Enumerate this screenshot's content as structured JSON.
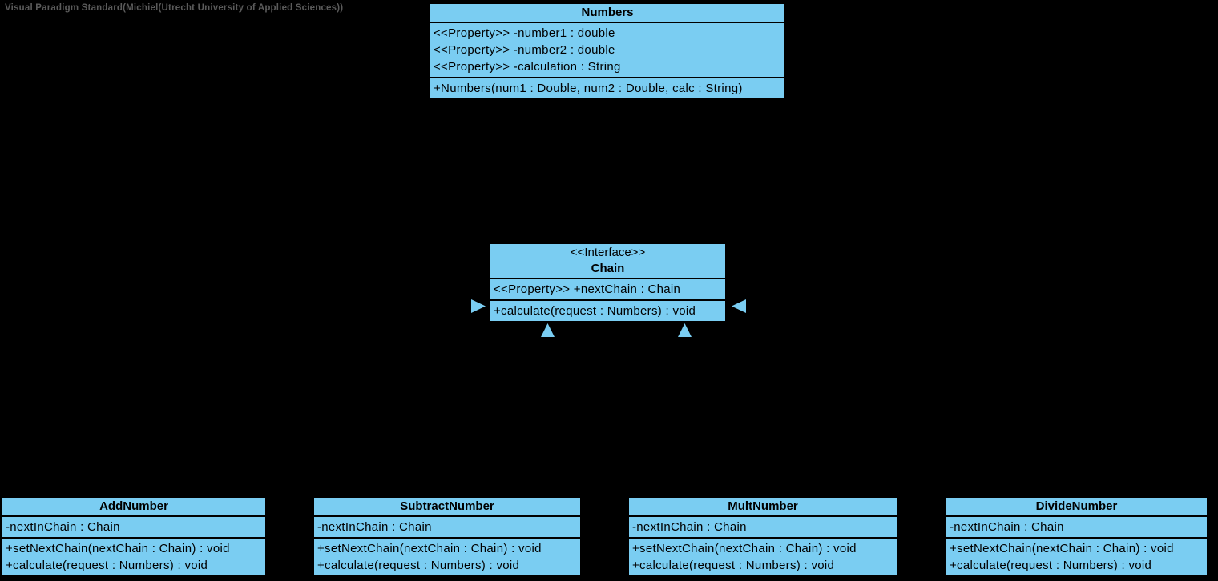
{
  "watermark": "Visual Paradigm Standard(Michiel(Utrecht University of Applied Sciences))",
  "colors": {
    "background": "#000000",
    "node_fill": "#7acdf2",
    "node_border": "#000000",
    "node_text": "#000000",
    "watermark_text": "#5b5b5b",
    "arrowhead_fill": "#7acdf2"
  },
  "diagram": {
    "type": "uml-class-diagram",
    "classes": [
      {
        "name": "Numbers",
        "attributes": [
          "<<Property>> -number1 : double",
          "<<Property>> -number2 : double",
          "<<Property>> -calculation : String"
        ],
        "operations": [
          "+Numbers(num1 : Double, num2 : Double, calc : String)"
        ]
      },
      {
        "stereotype": "<<Interface>>",
        "name": "Chain",
        "attributes": [
          "<<Property>> +nextChain : Chain"
        ],
        "operations": [
          "+calculate(request : Numbers) : void"
        ]
      },
      {
        "name": "AddNumber",
        "attributes": [
          "-nextInChain : Chain"
        ],
        "operations": [
          "+setNextChain(nextChain : Chain) : void",
          "+calculate(request : Numbers) : void"
        ]
      },
      {
        "name": "SubtractNumber",
        "attributes": [
          "-nextInChain : Chain"
        ],
        "operations": [
          "+setNextChain(nextChain : Chain) : void",
          "+calculate(request : Numbers) : void"
        ]
      },
      {
        "name": "MultNumber",
        "attributes": [
          "-nextInChain : Chain"
        ],
        "operations": [
          "+setNextChain(nextChain : Chain) : void",
          "+calculate(request : Numbers) : void"
        ]
      },
      {
        "name": "DivideNumber",
        "attributes": [
          "-nextInChain : Chain"
        ],
        "operations": [
          "+setNextChain(nextChain : Chain) : void",
          "+calculate(request : Numbers) : void"
        ]
      }
    ],
    "arrowheads": [
      {
        "name": "realization-arrowhead-left",
        "points": "right"
      },
      {
        "name": "realization-arrowhead-right",
        "points": "left"
      },
      {
        "name": "realization-arrowhead-bottom-1",
        "points": "up"
      },
      {
        "name": "realization-arrowhead-bottom-2",
        "points": "up"
      }
    ]
  }
}
